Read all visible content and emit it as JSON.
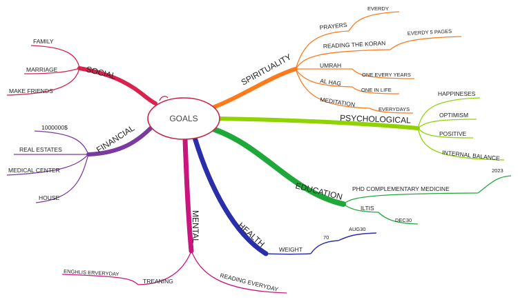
{
  "center": {
    "label": "GOALS"
  },
  "colors": {
    "social": "#d8234f",
    "financial": "#7a3aa0",
    "spirituality": "#ff7a1a",
    "psychological": "#8fd400",
    "education": "#1fa83a",
    "health": "#2a2ea8",
    "mental": "#c8167e"
  },
  "branches": {
    "social": {
      "label": "SOCIAL",
      "items": [
        "FAMILY",
        "MARRIAGE",
        "MAKE FRIENDS"
      ]
    },
    "financial": {
      "label": "FINANCIAL",
      "items": [
        "1000000$",
        "REAL ESTATES",
        "MEDICAL CENTER",
        "HOUSE"
      ]
    },
    "spirituality": {
      "label": "SPIRITUALITY",
      "items": [
        {
          "label": "PRAYERS",
          "detail": "EVERDY"
        },
        {
          "label": "READING THE KORAN",
          "detail": "EVERDY 5 PAGES"
        },
        {
          "label": "UMRAH",
          "detail": "ONE EVERY YEARS"
        },
        {
          "label": "AL HAG",
          "detail": "ONE IN LIFE"
        },
        {
          "label": "MEDITATION",
          "detail": "EVERYDAYS"
        }
      ]
    },
    "psychological": {
      "label": "PSYCHOLOGICAL",
      "items": [
        "HAPPINESES",
        "OPTIMISM",
        "POSITIVE",
        "INTERNAL BALANCE"
      ]
    },
    "education": {
      "label": "EDUCATION",
      "items": [
        {
          "label": "PHD COMPLEMENTARY MEDICINE",
          "detail": "2023"
        },
        {
          "label": "ILTIS",
          "detail": "DEC30"
        }
      ]
    },
    "health": {
      "label": "HEALTH",
      "items": [
        {
          "label": "WEIGHT",
          "value": "70",
          "detail": "AUG30"
        }
      ]
    },
    "mental": {
      "label": "MENTAL",
      "items": [
        "ENGHLIS ERVERYDAY",
        "TREANING",
        "READING EVERYDAY"
      ]
    }
  }
}
